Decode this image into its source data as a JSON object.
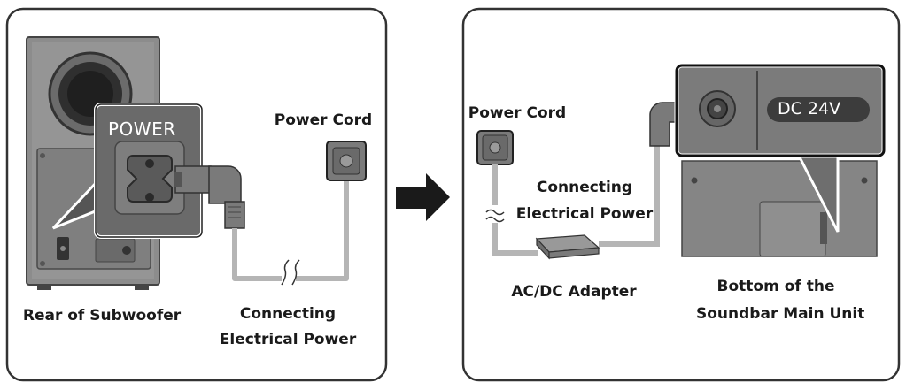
{
  "panels": {
    "left": {
      "rear_subwoofer": "Rear of Subwoofer",
      "power_cord": "Power Cord",
      "connecting_line1": "Connecting",
      "connecting_line2": "Electrical Power",
      "power_badge": "POWER"
    },
    "right": {
      "power_cord": "Power Cord",
      "connecting_line1": "Connecting",
      "connecting_line2": "Electrical Power",
      "adapter": "AC/DC Adapter",
      "bottom_line1": "Bottom of the",
      "bottom_line2": "Soundbar Main Unit",
      "dc_badge": "DC 24V"
    }
  },
  "colors": {
    "panel_border": "#333333",
    "subwoofer_body": "#8a8a8a",
    "subwoofer_dark": "#5a5a5a",
    "cable": "#b8b8b8",
    "plug": "#7a7a7a",
    "arrow": "#1a1a1a",
    "soundbar": "#7d7d7d"
  }
}
